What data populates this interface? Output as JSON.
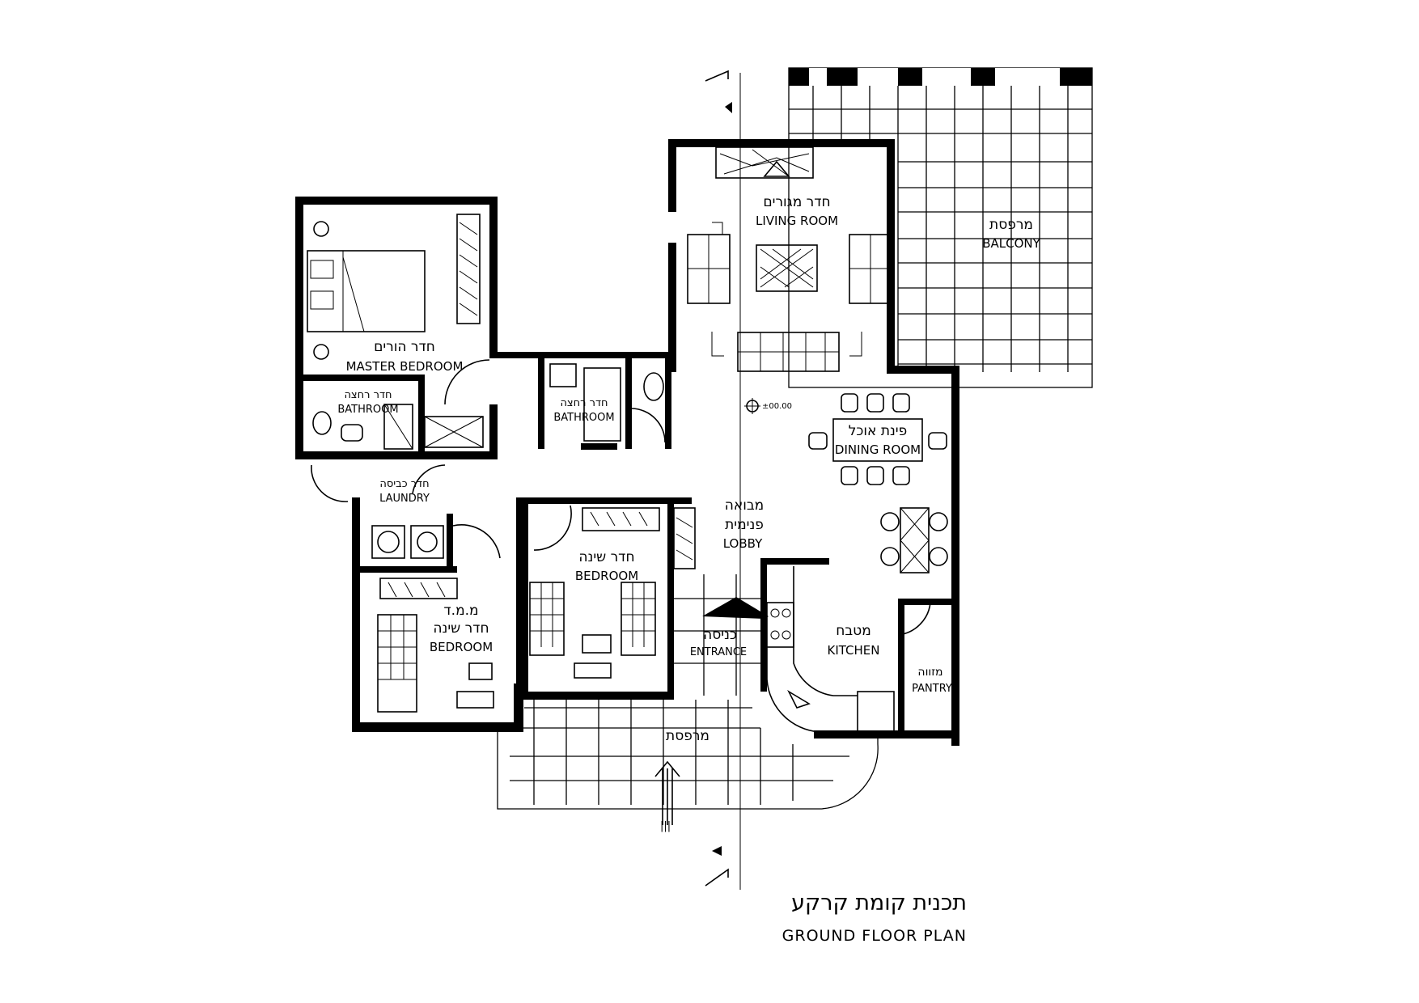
{
  "drawing": {
    "title_he": "תכנית קומת קרקע",
    "title_en": "GROUND FLOOR PLAN",
    "level_mark": "±00.00",
    "section_mark": "|||"
  },
  "rooms": {
    "living": {
      "he": "חדר מגורים",
      "en": "LIVING ROOM"
    },
    "balcony_top": {
      "he": "מרפסת",
      "en": "BALCONY"
    },
    "master_bedroom": {
      "he": "חדר הורים",
      "en": "MASTER BEDROOM"
    },
    "master_bath": {
      "he": "חדר רחצה",
      "en": "BATHROOM"
    },
    "bath": {
      "he": "חדר רחצה",
      "en": "BATHROOM"
    },
    "dining": {
      "he": "פינת אוכל",
      "en": "DINING ROOM"
    },
    "laundry": {
      "he": "חדר כביסה",
      "en": "LAUNDRY"
    },
    "lobby": {
      "he1": "מבואה",
      "he2": "פנימית",
      "en": "LOBBY"
    },
    "bedroom_mid": {
      "he": "חדר שינה",
      "en": "BEDROOM"
    },
    "bedroom_safe": {
      "he1": "מ.מ.ד",
      "he2": "חדר שינה",
      "en": "BEDROOM"
    },
    "entrance": {
      "he": "כניסה",
      "en": "ENTRANCE"
    },
    "kitchen": {
      "he": "מטבח",
      "en": "KITCHEN"
    },
    "pantry": {
      "he": "מזווה",
      "en": "PANTRY"
    },
    "terrace_bottom": {
      "he": "מרפסת"
    }
  }
}
